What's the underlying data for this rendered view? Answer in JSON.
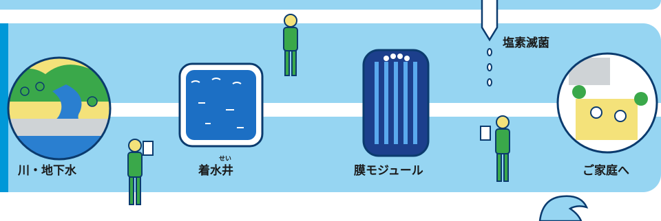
{
  "stages": [
    {
      "id": "source",
      "label": "川・地下水"
    },
    {
      "id": "well",
      "label": "着水井",
      "ruby": "せい"
    },
    {
      "id": "membrane",
      "label": "膜モジュール"
    },
    {
      "id": "chlorine",
      "label": "塩素滅菌"
    },
    {
      "id": "home",
      "label": "ご家庭へ"
    }
  ],
  "colors": {
    "band": "#96d5f2",
    "accent_bar": "#0098d8",
    "outline": "#0b3b6e",
    "water_blue": "#1c6fc4",
    "worker_green": "#3aa84a",
    "sand": "#f4e27a"
  },
  "icons": [
    "river-scene-icon",
    "well-tank-icon",
    "membrane-module-icon",
    "chlorine-dropper-icon",
    "home-dining-icon",
    "worker-icon",
    "dolphin-icon"
  ]
}
